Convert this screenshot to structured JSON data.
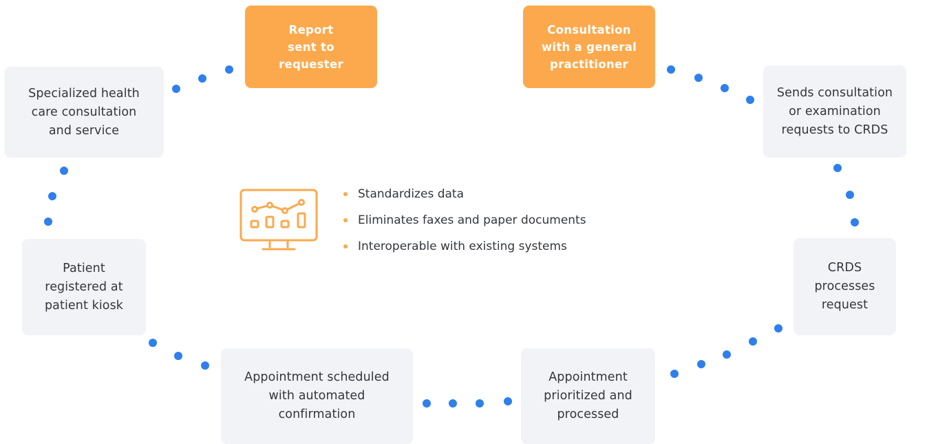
{
  "colors": {
    "orange_box": "#fca94d",
    "grey_box": "#f2f3f6",
    "dot": "#2f7fec",
    "text": "#33363d",
    "icon": "#fca94d"
  },
  "steps": {
    "consultation_gp": "Consultation\nwith a general\npractitioner",
    "sends_requests": "Sends consultation\nor examination\nrequests to CRDS",
    "crds_processes": "CRDS\nprocesses\nrequest",
    "appointment_prioritized": "Appointment\nprioritized and\nprocessed",
    "appointment_scheduled": "Appointment scheduled\nwith automated\nconfirmation",
    "patient_registered": "Patient\nregistered at\npatient kiosk",
    "specialized_care": "Specialized health\ncare consultation\nand service",
    "report_sent": "Report\nsent to\nrequester"
  },
  "center": {
    "icon": "monitor-analytics-icon",
    "features": [
      "Standardizes data",
      "Eliminates faxes and paper documents",
      "Interoperable with existing systems"
    ]
  }
}
